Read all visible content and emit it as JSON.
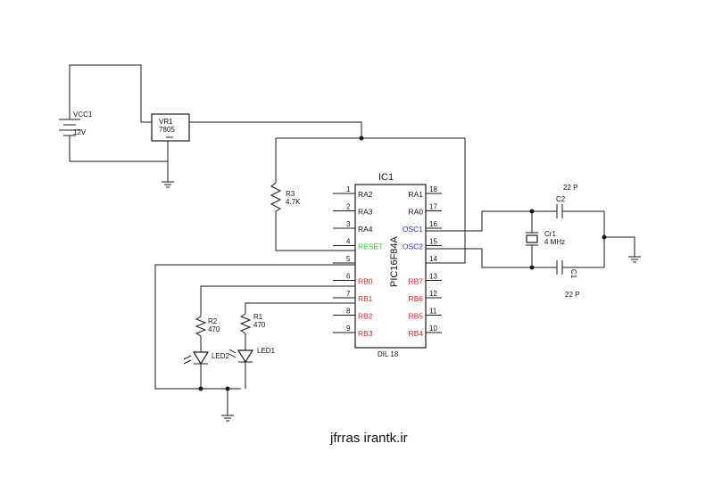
{
  "components": {
    "battery": {
      "ref": "VCC1",
      "value": "12V"
    },
    "regulator": {
      "ref": "VR1",
      "value": "7805"
    },
    "mcu": {
      "ref": "IC1",
      "part": "PIC16F84A",
      "package": "DIL 18"
    },
    "r3": {
      "ref": "R3",
      "value": "4.7K"
    },
    "r2": {
      "ref": "R2",
      "value": "470"
    },
    "r1": {
      "ref": "R1",
      "value": "470"
    },
    "led2": {
      "ref": "LED2"
    },
    "led1": {
      "ref": "LED1"
    },
    "c2": {
      "ref": "C2",
      "value": "22 P"
    },
    "c1": {
      "ref": "C1",
      "value": "22 P"
    },
    "crystal": {
      "ref": "Cr1",
      "value": "4 MHz"
    }
  },
  "mcu_pins_left": [
    {
      "num": "1",
      "name": "RA2",
      "color": "#111111"
    },
    {
      "num": "2",
      "name": "RA3",
      "color": "#111111"
    },
    {
      "num": "3",
      "name": "RA4",
      "color": "#111111"
    },
    {
      "num": "4",
      "name": "RESET",
      "color": "#2bd12b"
    },
    {
      "num": "5",
      "name": "",
      "color": "#111111"
    },
    {
      "num": "6",
      "name": "RB0",
      "color": "#d12b2b"
    },
    {
      "num": "7",
      "name": "RB1",
      "color": "#d12b2b"
    },
    {
      "num": "8",
      "name": "RB2",
      "color": "#d12b2b"
    },
    {
      "num": "9",
      "name": "RB3",
      "color": "#d12b2b"
    }
  ],
  "mcu_pins_right": [
    {
      "num": "18",
      "name": "RA1",
      "color": "#111111"
    },
    {
      "num": "17",
      "name": "RA0",
      "color": "#111111"
    },
    {
      "num": "16",
      "name": "OSC1",
      "color": "#2535c8"
    },
    {
      "num": "15",
      "name": "OSC2",
      "color": "#2535c8"
    },
    {
      "num": "14",
      "name": "",
      "color": "#111111"
    },
    {
      "num": "13",
      "name": "RB7",
      "color": "#d12b2b"
    },
    {
      "num": "12",
      "name": "RB6",
      "color": "#d12b2b"
    },
    {
      "num": "11",
      "name": "RB5",
      "color": "#d12b2b"
    },
    {
      "num": "10",
      "name": "RB4",
      "color": "#d12b2b"
    }
  ],
  "footer": {
    "text": "jfrras irantk.ir"
  }
}
